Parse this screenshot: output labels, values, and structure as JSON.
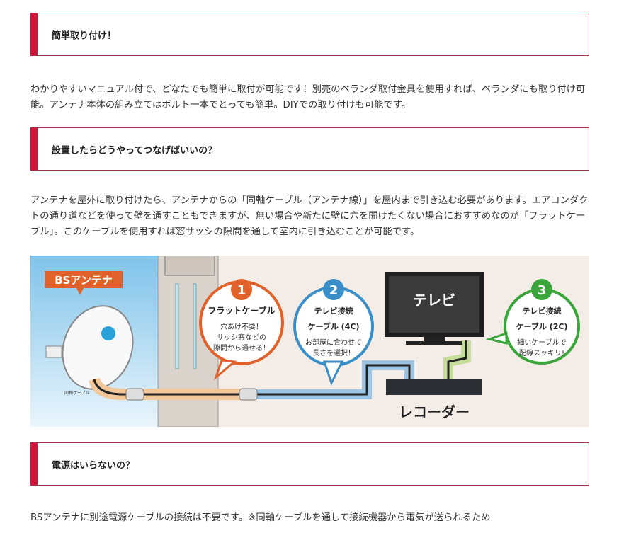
{
  "sections": [
    {
      "heading": "簡単取り付け！",
      "body": "わかりやすいマニュアル付で、どなたでも簡単に取付が可能です！別売のベランダ取付金具を使用すれば、ベランダにも取り付け可能。アンテナ本体の組み立てはボルト一本でとっても簡単。DIYでの取り付けも可能です。"
    },
    {
      "heading": "設置したらどうやってつなげばいいの？",
      "body": "アンテナを屋外に取り付けたら、アンテナからの「同軸ケーブル（アンテナ線）」を屋内まで引き込む必要があります。エアコンダクトの通り道などを使って壁を通すこともできますが、無い場合や新たに壁に穴を開けたくない場合におすすめなのが「フラットケーブル」。このケーブルを使用すれば窓サッシの隙間を通して室内に引き込むことが可能です。"
    },
    {
      "heading": "電源はいらないの？",
      "body": "BSアンテナに別途電源ケーブルの接続は不要です。※同軸ケーブルを通して接続機器から電気が送られるため"
    }
  ],
  "illustration": {
    "antenna_label": "BSアンテナ",
    "coax_label": "同軸ケーブル",
    "callout1": {
      "num": "1",
      "title": "フラットケーブル",
      "lines": [
        "穴あけ不要！",
        "サッシ窓などの",
        "隙間から通せる！"
      ],
      "color": "#e0622a"
    },
    "callout2": {
      "num": "2",
      "title1": "テレビ接続",
      "title2": "ケーブル (4C)",
      "lines": [
        "お部屋に合わせて",
        "長さを選択！"
      ],
      "color": "#3a8fc8"
    },
    "callout3": {
      "num": "3",
      "title1": "テレビ接続",
      "title2": "ケーブル (2C)",
      "lines": [
        "細いケーブルで",
        "配線スッキリ!"
      ],
      "color": "#3aa53a"
    },
    "tv_label": "テレビ",
    "recorder_label": "レコーダー"
  },
  "colors": {
    "accent": "#d4163c",
    "border": "#9b3a4a"
  }
}
